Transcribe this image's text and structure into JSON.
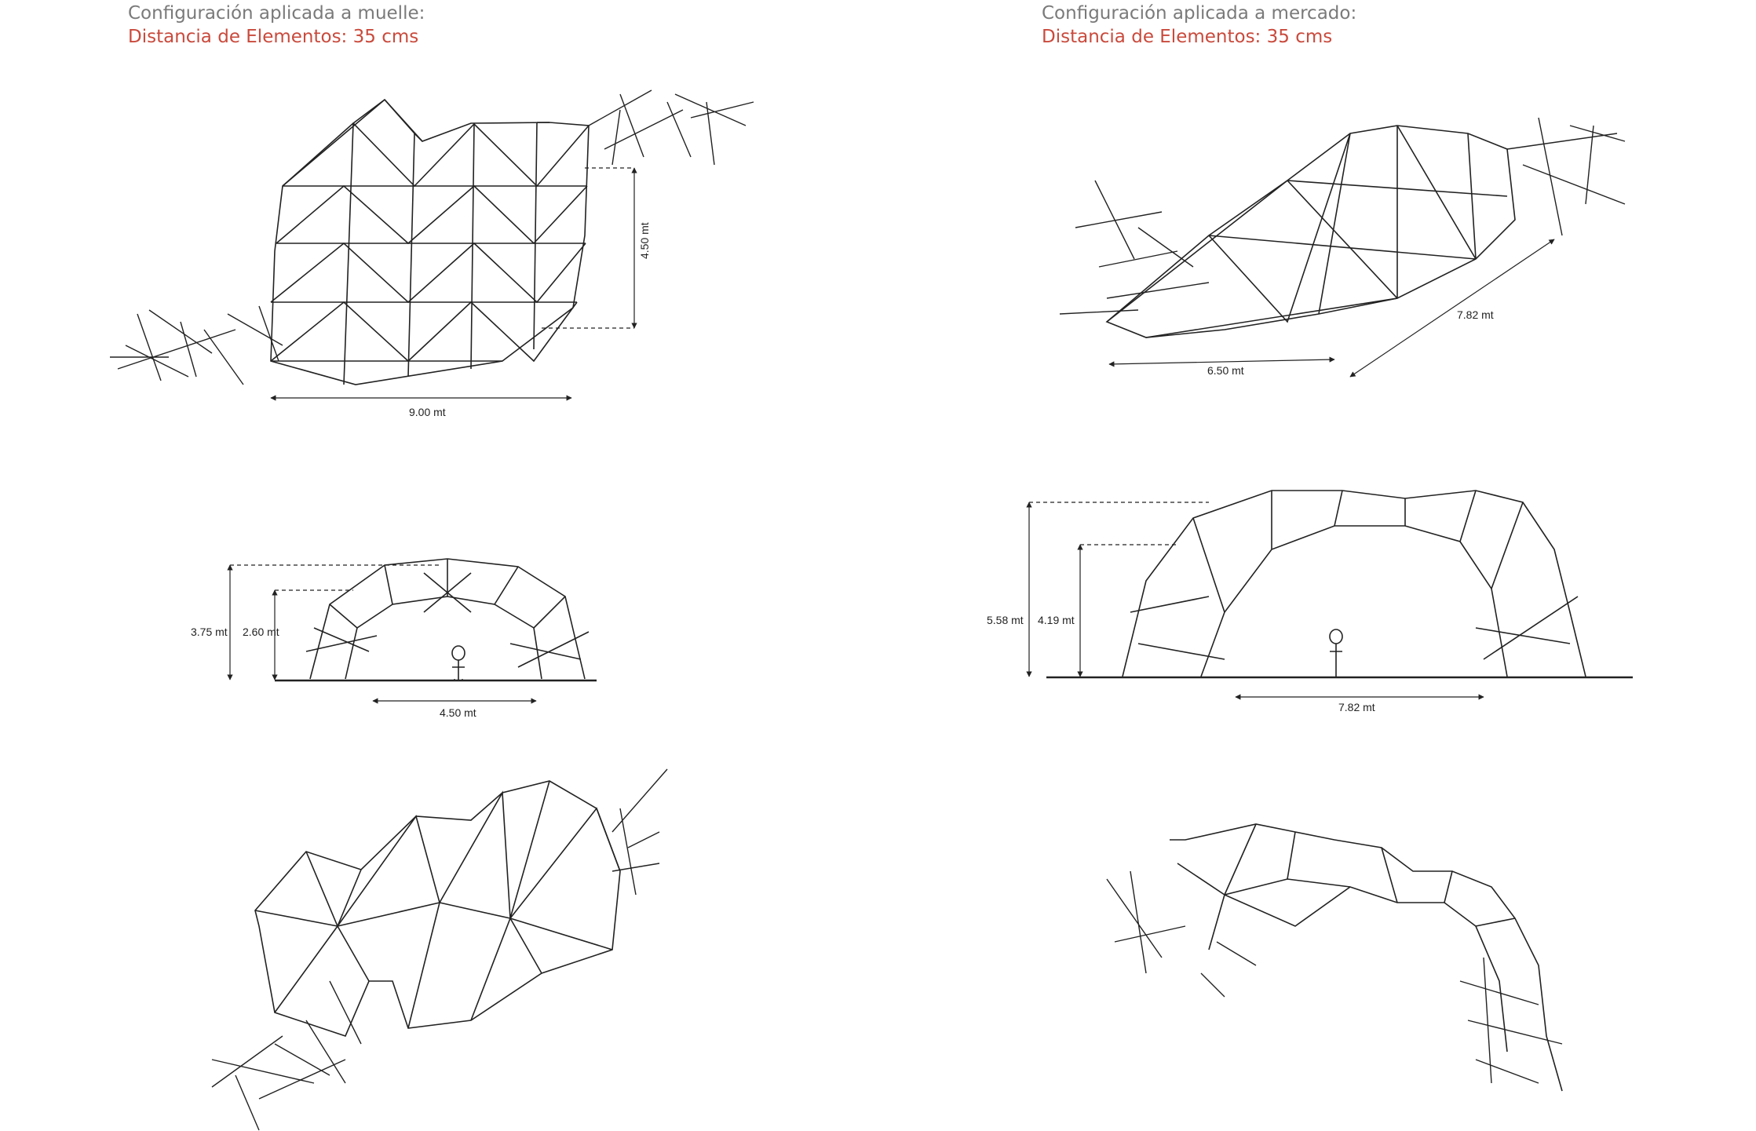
{
  "left_panel": {
    "title": "Configuración aplicada a muelle:",
    "subtitle": "Distancia de Elementos: 35 cms",
    "dims": {
      "plan_width": "9.00 mt",
      "plan_height": "4.50 mt",
      "elev_height_total": "3.75 mt",
      "elev_height_inner": "2.60 mt",
      "elev_span": "4.50 mt"
    }
  },
  "right_panel": {
    "title": "Configuración aplicada a mercado:",
    "subtitle": "Distancia de Elementos: 35 cms",
    "dims": {
      "plan_width": "6.50 mt",
      "plan_diagonal": "7.82 mt",
      "elev_height_total": "5.58 mt",
      "elev_height_inner": "4.19 mt",
      "elev_span": "7.82 mt"
    }
  },
  "colors": {
    "title": "#7a7a7a",
    "accent": "#c94a3c",
    "line": "#222222"
  }
}
